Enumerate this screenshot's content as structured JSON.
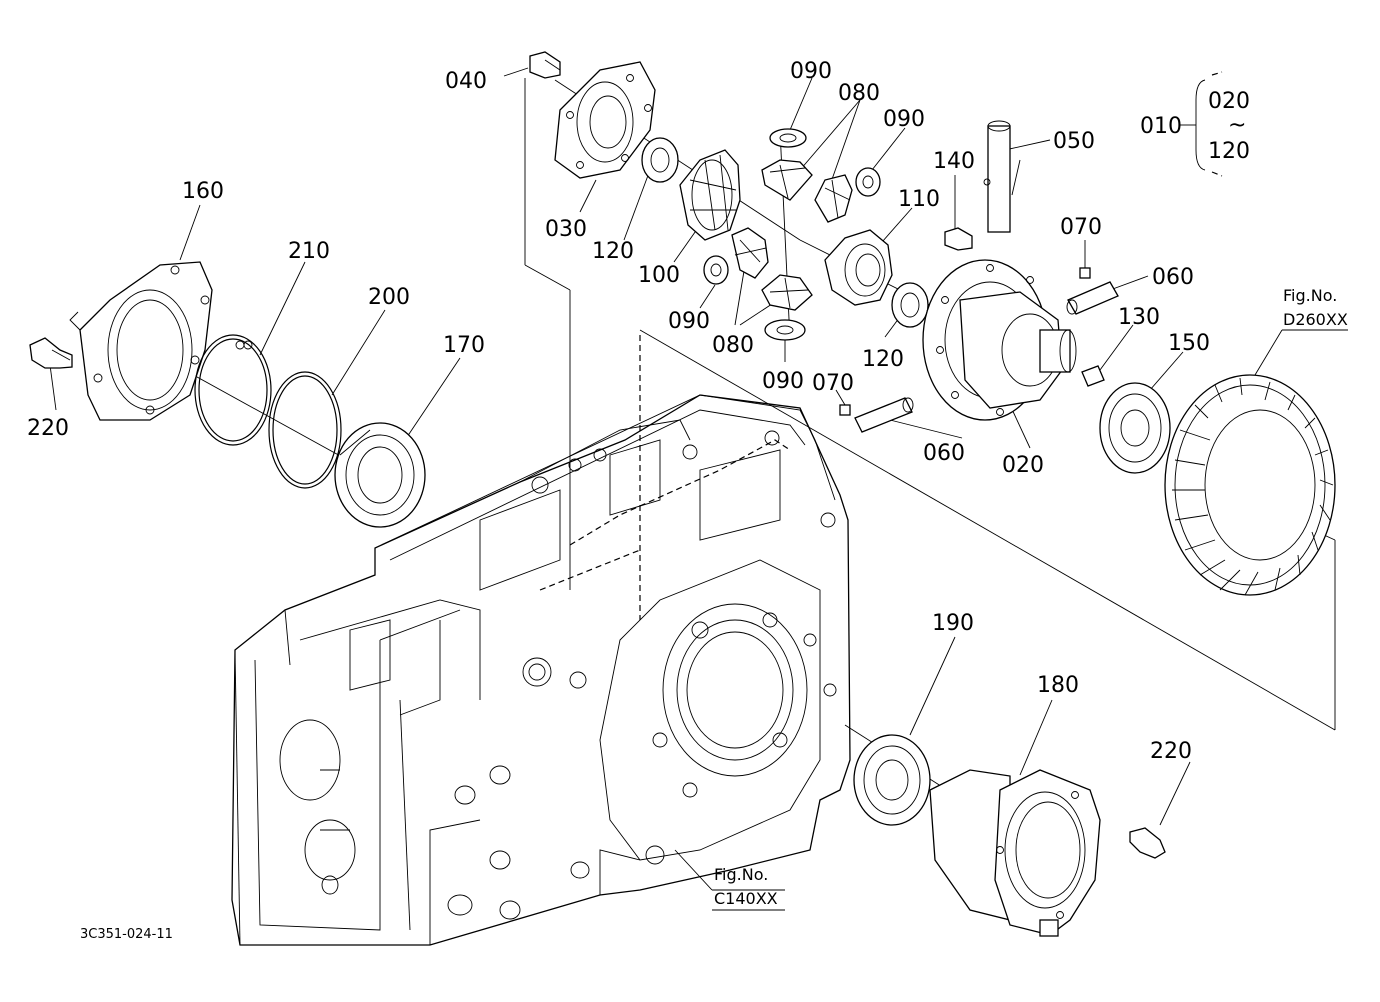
{
  "labels": {
    "p040": "040",
    "p090a": "090",
    "p080a": "080",
    "p090b": "090",
    "p050": "050",
    "p010": "010",
    "p020r1": "020",
    "tilde": "~",
    "p120r": "120",
    "p160": "160",
    "p210": "210",
    "p200": "200",
    "p170": "170",
    "p030": "030",
    "p120a": "120",
    "p100": "100",
    "p090c": "090",
    "p080b": "080",
    "p090d": "090",
    "p110": "110",
    "p140": "140",
    "p070a": "070",
    "p060a": "060",
    "p130": "130",
    "p150": "150",
    "p120b": "120",
    "p070b": "070",
    "p060b": "060",
    "p020": "020",
    "p220a": "220",
    "p190": "190",
    "p180": "180",
    "p220b": "220"
  },
  "refs": {
    "figno_top": "Fig.No.",
    "fig_top": "D260XX",
    "figno_bottom": "Fig.No.",
    "fig_bottom": "C140XX"
  },
  "drawing_code": "3C351-024-11"
}
